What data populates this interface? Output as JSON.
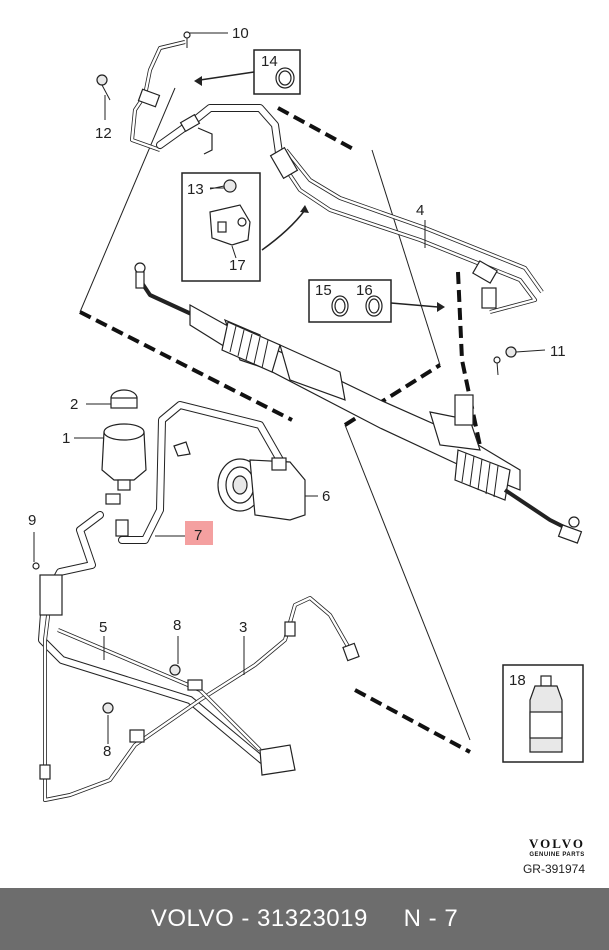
{
  "callouts": {
    "c1": "1",
    "c2": "2",
    "c3": "3",
    "c4": "4",
    "c5": "5",
    "c6": "6",
    "c7": "7",
    "c8a": "8",
    "c8b": "8",
    "c9": "9",
    "c10": "10",
    "c11": "11",
    "c12": "12",
    "c13": "13",
    "c14": "14",
    "c15": "15",
    "c16": "16",
    "c17": "17",
    "c18": "18"
  },
  "highlight_color": "#f4a0a0",
  "logo": {
    "brand": "VOLVO",
    "sub": "GENUINE PARTS"
  },
  "reference": "GR-391974",
  "footer": {
    "text": "VOLVO - 31323019     N - 7"
  }
}
